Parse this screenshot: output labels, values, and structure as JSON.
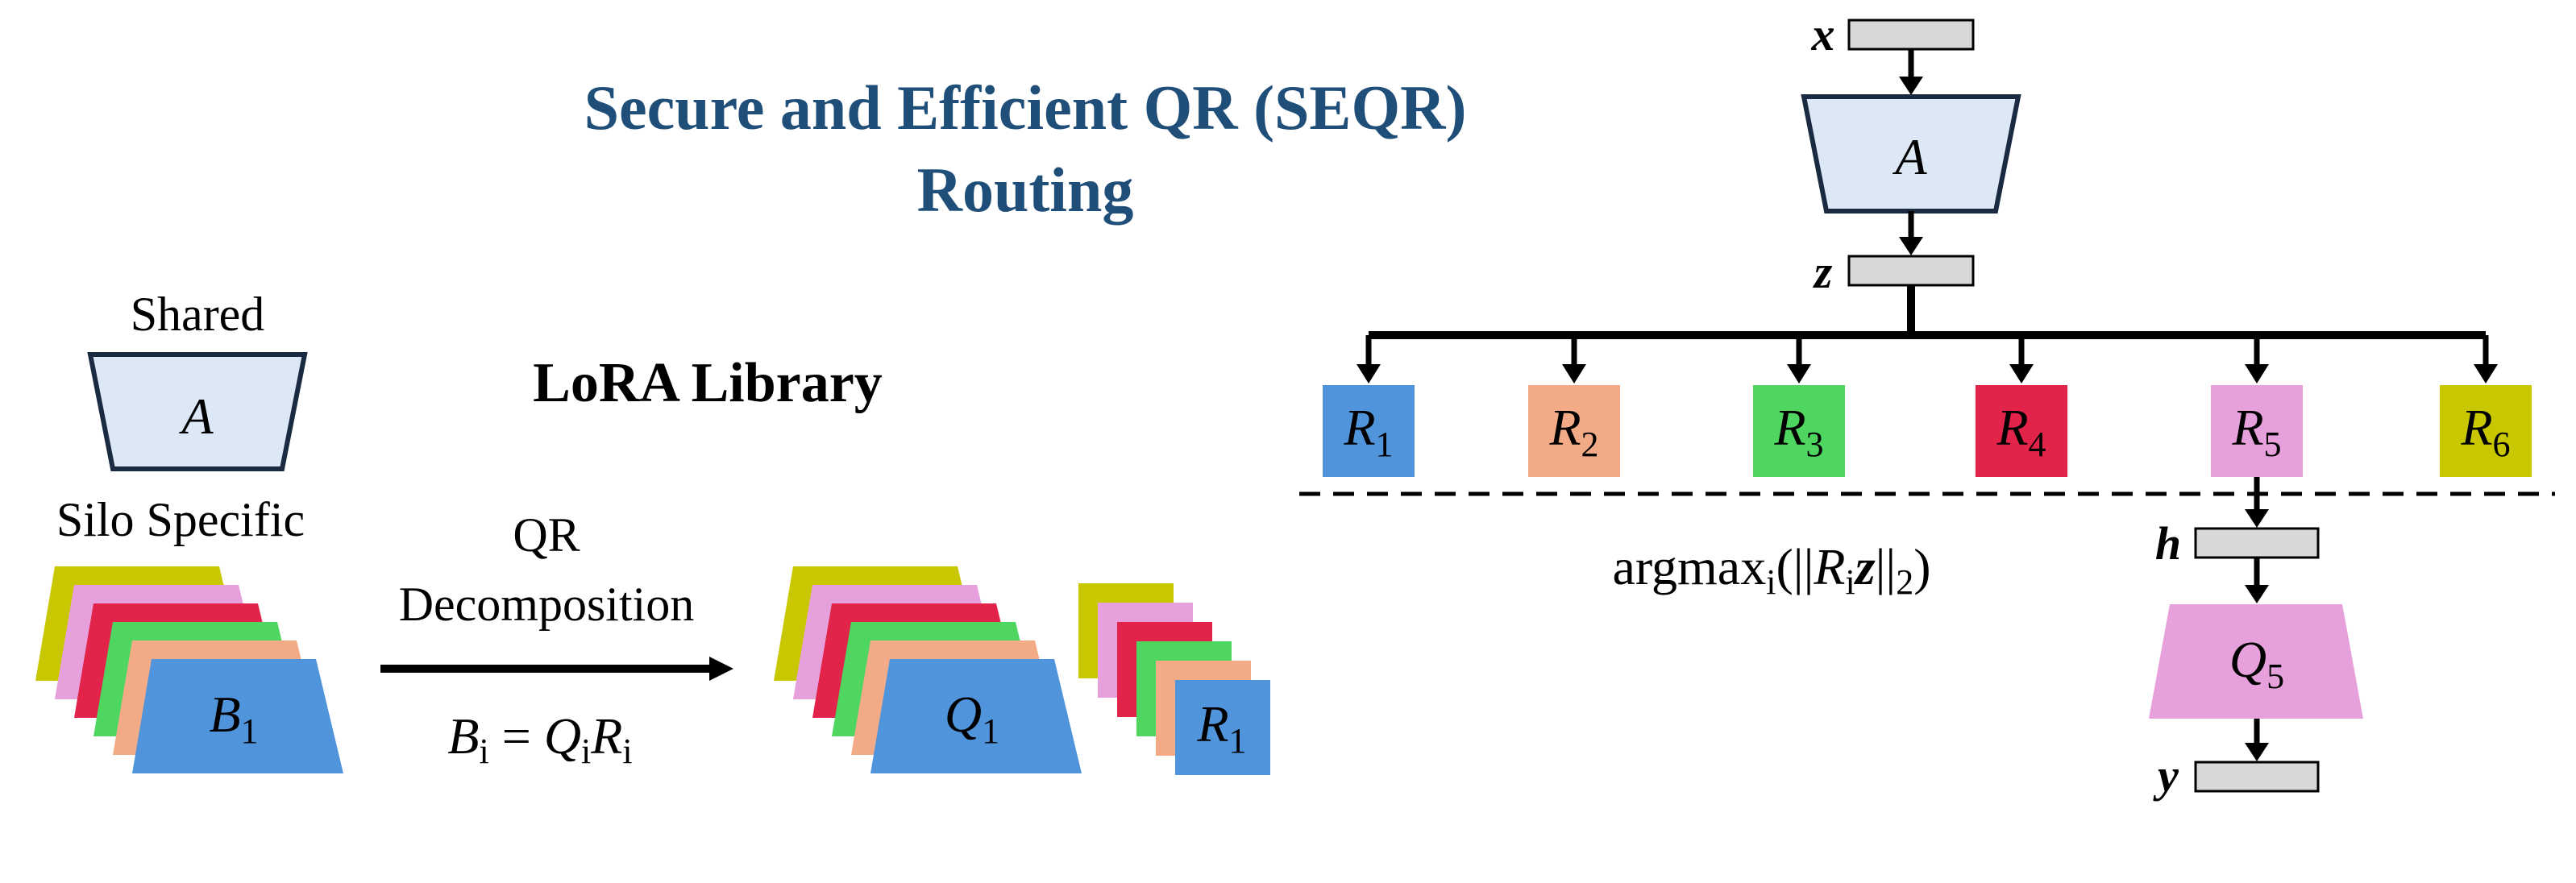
{
  "title": {
    "line1": "Secure and Efficient QR (SEQR)",
    "line2": "Routing"
  },
  "colors": {
    "title": "#1f4e79",
    "a_fill": "#dce8f6",
    "blue": "#5095dc",
    "orange": "#f2ab86",
    "green": "#4ed660",
    "red": "#e2234a",
    "pink": "#e6a0dc",
    "olive": "#c9c800",
    "gray_box": "#d8d8d8"
  },
  "left": {
    "shared_label": "Shared",
    "a_label": "A",
    "library_label": "LoRA Library",
    "silo_label": "Silo Specific",
    "b_base": "B",
    "b_sub": "1",
    "qr_label_line1": "QR",
    "qr_label_line2": "Decomposition",
    "equation": {
      "lhs": "B",
      "lhs_sub": "i",
      "eq": " = ",
      "q": "Q",
      "q_sub": "i",
      "r": "R",
      "r_sub": "i"
    },
    "q_base": "Q",
    "q_sub": "1",
    "r_base": "R",
    "r_sub": "1"
  },
  "right": {
    "x_label": "x",
    "a_label": "A",
    "z_label": "z",
    "h_label": "h",
    "y_label": "y",
    "r_base": "R",
    "r_boxes": [
      {
        "sub": "1",
        "color": "#5095dc"
      },
      {
        "sub": "2",
        "color": "#f2ab86"
      },
      {
        "sub": "3",
        "color": "#4ed660"
      },
      {
        "sub": "4",
        "color": "#e2234a"
      },
      {
        "sub": "5",
        "color": "#e6a0dc"
      },
      {
        "sub": "6",
        "color": "#c9c800"
      }
    ],
    "selector": {
      "prefix": "argmax",
      "prefix_sub": "i",
      "open": "(||",
      "r": "R",
      "r_sub": "i",
      "z": "z",
      "close": "||",
      "norm_sub": "2",
      "end": ")"
    },
    "q_base": "Q",
    "q_sub": "5"
  }
}
